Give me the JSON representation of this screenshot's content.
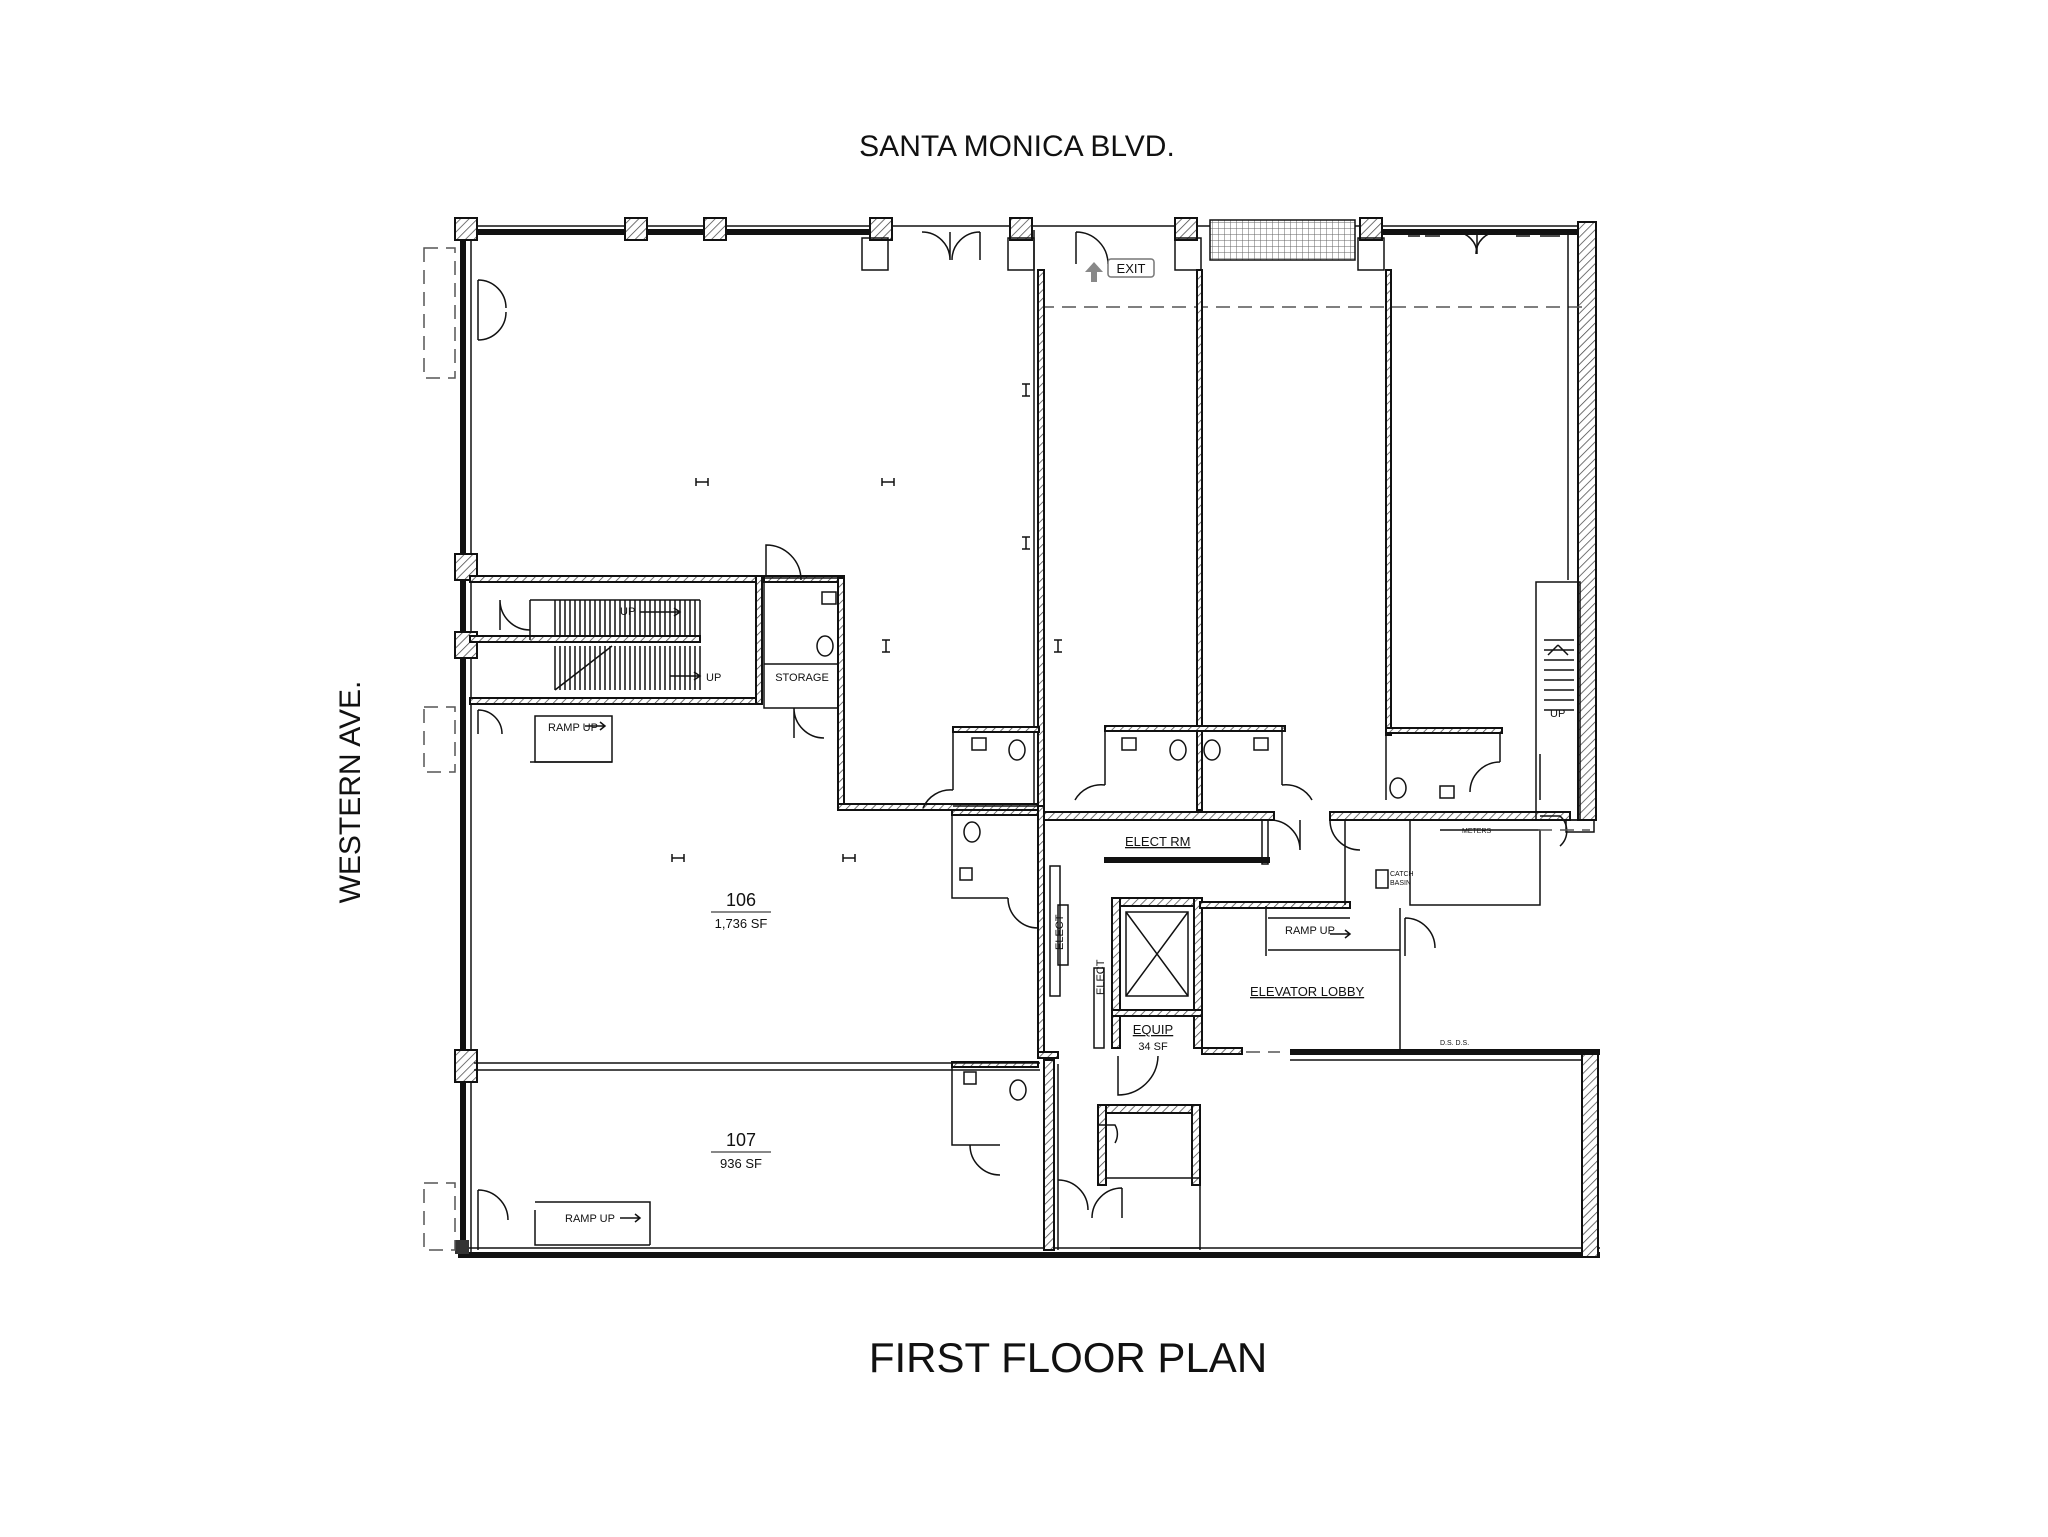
{
  "streets": {
    "north": "SANTA MONICA BLVD.",
    "west": "WESTERN AVE."
  },
  "plan_title": "FIRST FLOOR PLAN",
  "rooms": [
    {
      "number": "106",
      "area": "1,736 SF"
    },
    {
      "number": "107",
      "area": "936 SF"
    }
  ],
  "equip": {
    "name": "EQUIP",
    "area": "34 SF"
  },
  "labels": {
    "exit": "EXIT",
    "storage": "STORAGE",
    "up": "UP",
    "ramp_up": "RAMP UP",
    "ramp_up_lobby": "RAMP  UP",
    "elect_rm": "ELECT RM",
    "elect": "ELECT",
    "elevator_lobby": "ELEVATOR LOBBY",
    "meters": "METERS",
    "catch_basin_1": "CATCH",
    "catch_basin_2": "BASIN",
    "ds": "D.S.  D.S."
  }
}
